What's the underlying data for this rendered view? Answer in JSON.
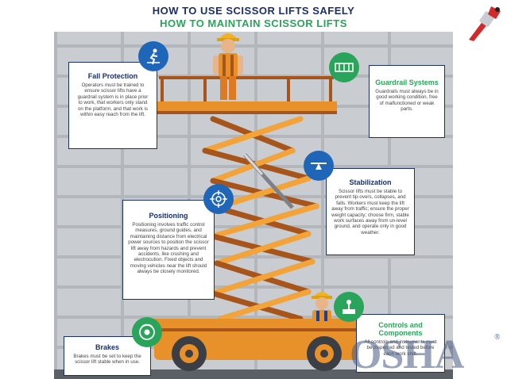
{
  "title_line1": "HOW TO USE SCISSOR LIFTS SAFELY",
  "title_line2": "HOW TO MAINTAIN SCISSOR LIFTS",
  "cards": {
    "fall_protection": {
      "title": "Fall Protection",
      "text": "Operators must be trained to ensure scissor lifts have a guardrail system is in place prior to work, that workers only stand on the platform, and that work is within easy reach from the lift."
    },
    "guardrail": {
      "title": "Guardrail Systems",
      "text": "Guardrails must always be in good working condition, free of malfunctioned or weak parts."
    },
    "stabilization": {
      "title": "Stabilization",
      "text": "Scissor lifts must be stable to prevent tip-overs, collapses, and falls. Workers must keep the lift away from traffic; ensure the proper weight capacity; choose firm, stable work surfaces away from un-level ground, and operate only in good weather."
    },
    "positioning": {
      "title": "Positioning",
      "text": "Positioning involves traffic control measures, ground guides, and maintaining distance from electrical power sources to position the scissor lift away from hazards and prevent accidents, like crushing and electrocution. Fixed objects and moving vehicles near the lift should always be closely monitored."
    },
    "controls": {
      "title": "Controls and Components",
      "text": "All controls and instruments must be inspected and tested before each work shift."
    },
    "brakes": {
      "title": "Brakes",
      "text": "Brakes must be set to keep the scissor lift stable when in use."
    }
  },
  "watermark": {
    "text": "OSHA",
    "reg": "®"
  },
  "icons": [
    "worker-falling-icon",
    "guardrail-icon",
    "stabilization-icon",
    "target-icon",
    "joystick-icon",
    "brake-wheel-icon",
    "paint-brush-logo-icon"
  ],
  "colors": {
    "navy": "#1a2f6b",
    "green": "#2aa45a",
    "orange": "#e8902a",
    "blue_circle": "#1f66b8",
    "green_circle": "#2aa45a"
  }
}
